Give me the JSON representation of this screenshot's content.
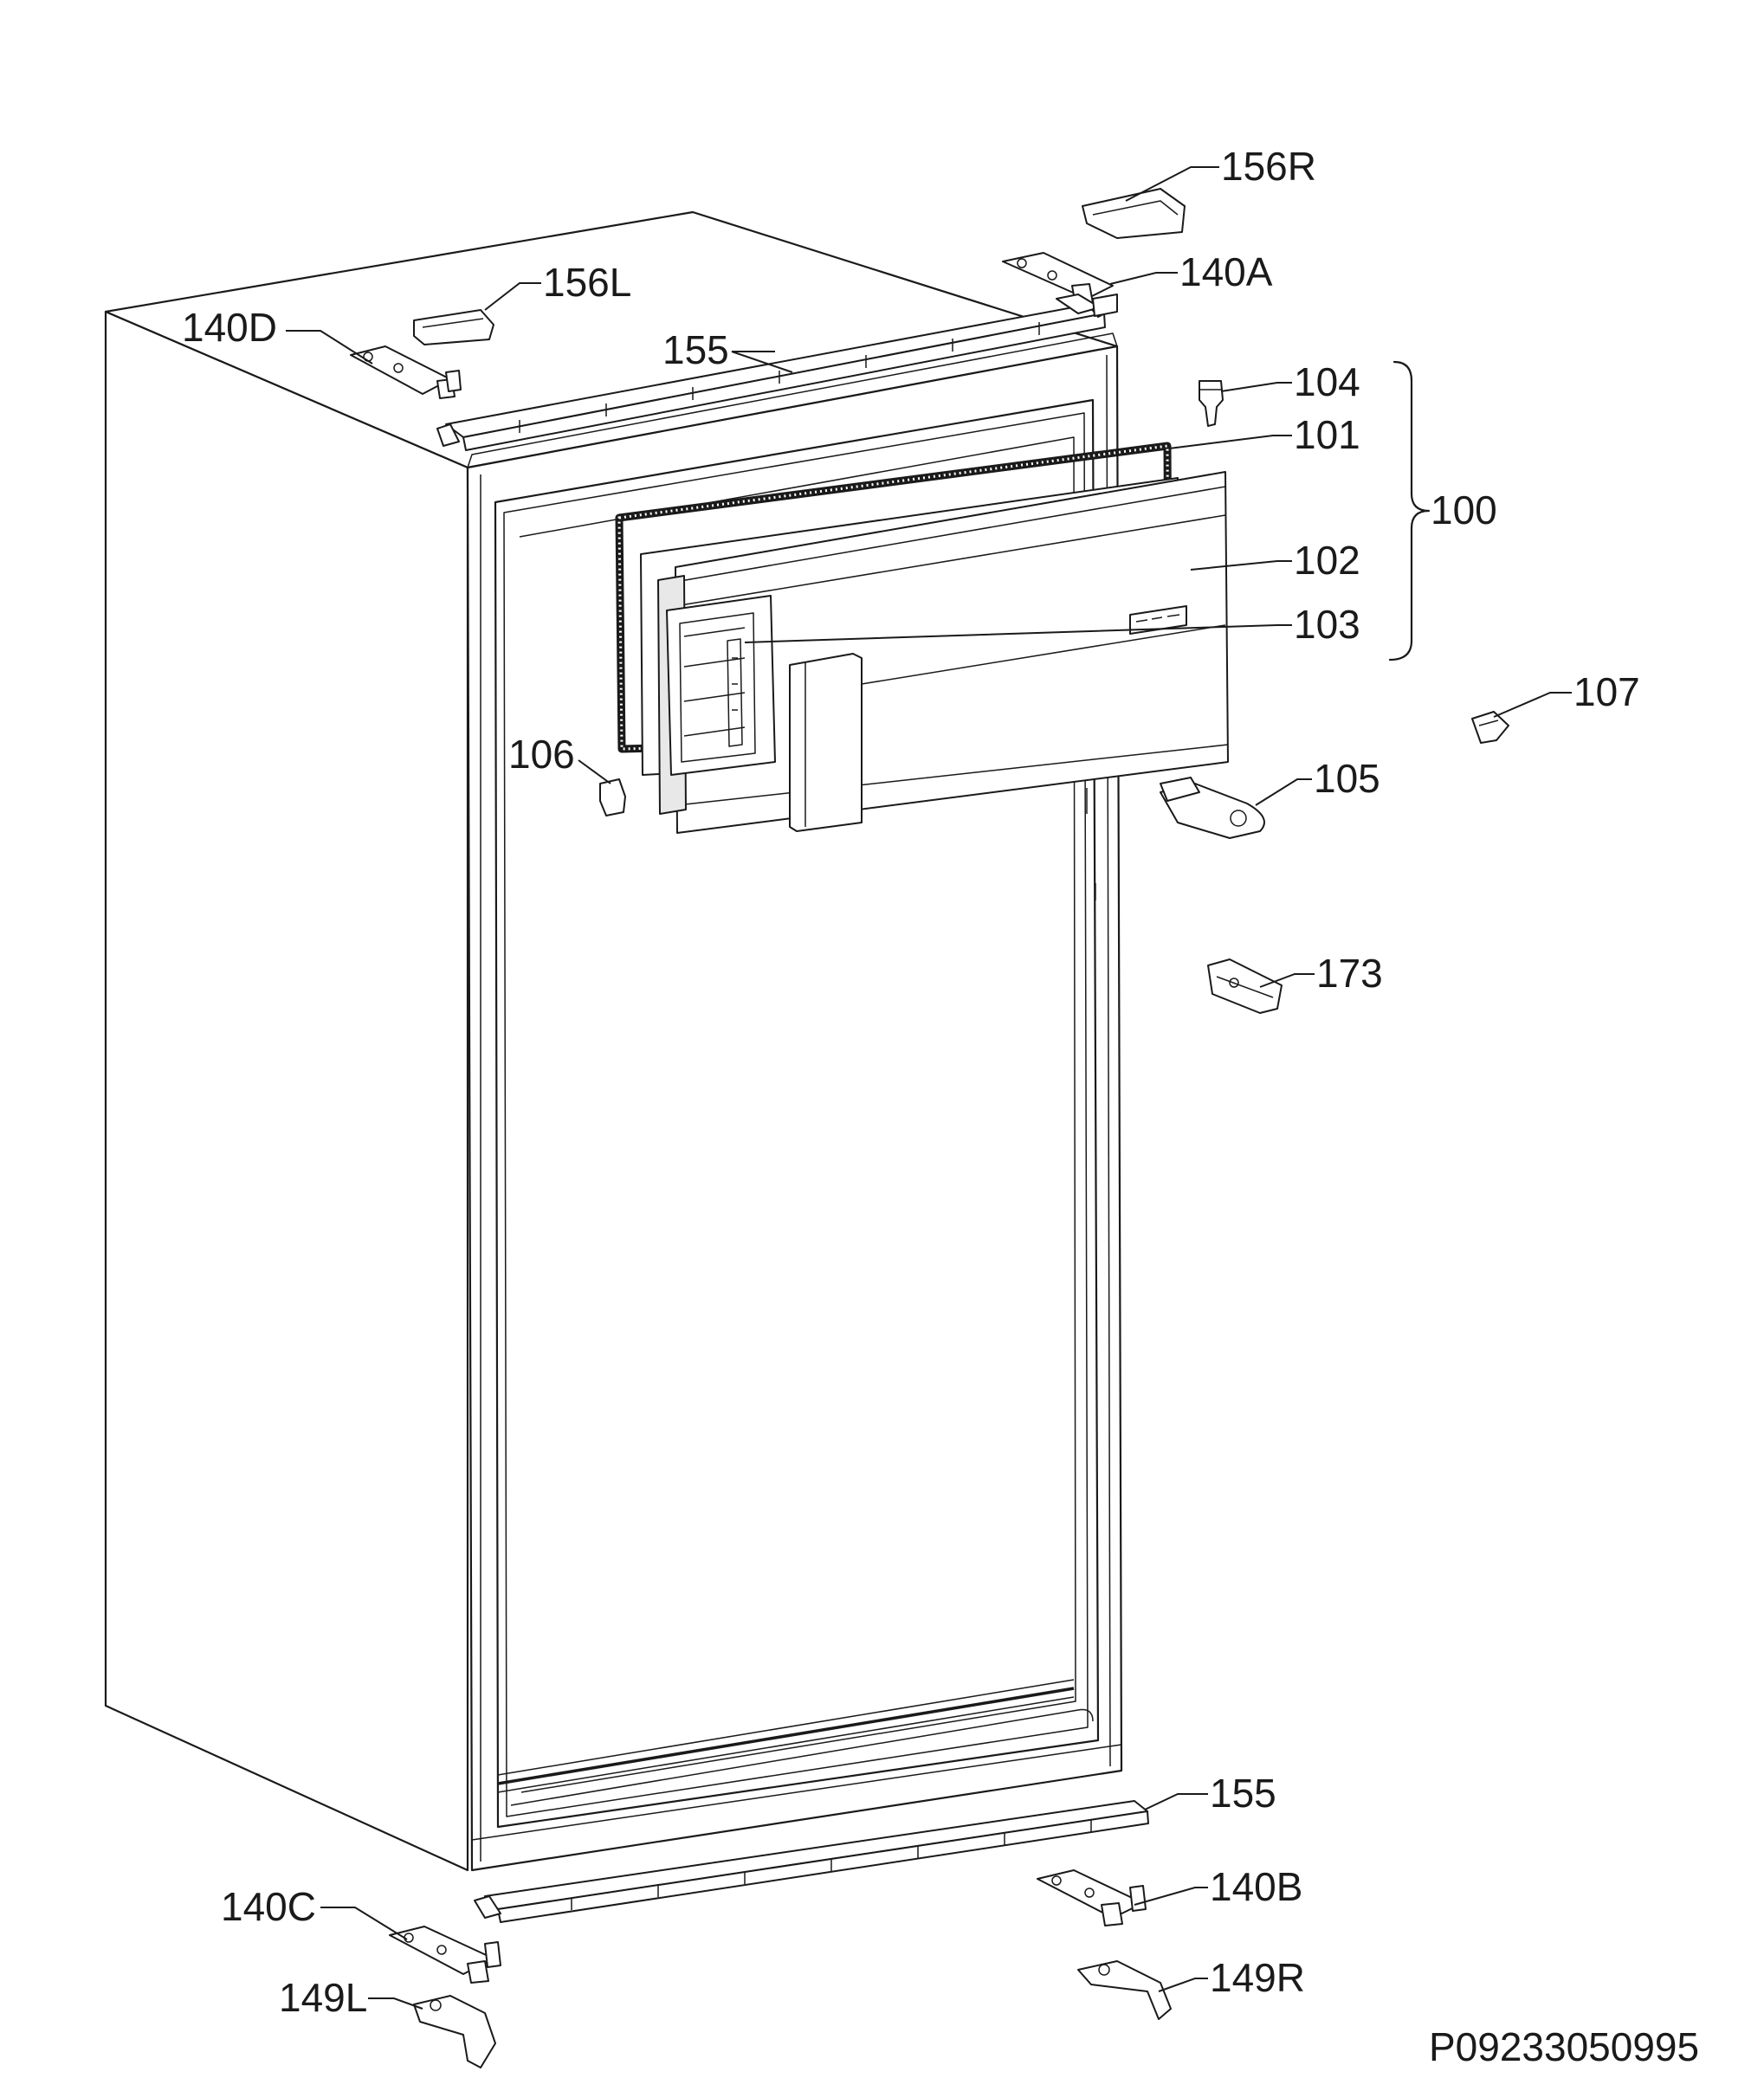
{
  "labels": {
    "l156R": "156R",
    "l140A": "140A",
    "l156L": "156L",
    "l140D": "140D",
    "l155top": "155",
    "l104": "104",
    "l101": "101",
    "l100": "100",
    "l102": "102",
    "l103": "103",
    "l107": "107",
    "l106": "106",
    "l105": "105",
    "l173": "173",
    "l155bot": "155",
    "l140C": "140C",
    "l140B": "140B",
    "l149L": "149L",
    "l149R": "149R"
  },
  "drawing_code": "P09233050995"
}
